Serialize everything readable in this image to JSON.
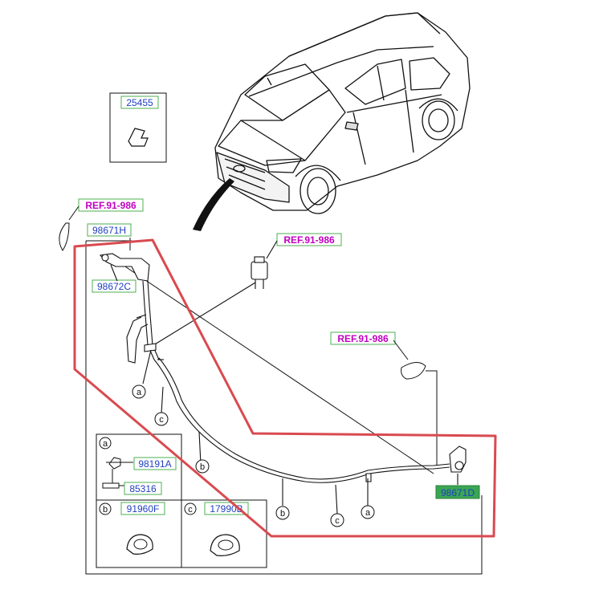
{
  "labels": {
    "clip_box_code": "25455",
    "ref_left": "REF.91-986",
    "ref_pump": "REF.91-986",
    "ref_right": "REF.91-986",
    "nozzle_left": "98671H",
    "hose_joint": "98672C",
    "nozzle_right": "98671D",
    "legend_a_part1": "98191A",
    "legend_a_part2": "85316",
    "legend_b_part": "91960F",
    "legend_c_part": "17990B"
  },
  "callouts": {
    "a1": "a",
    "c1": "c",
    "b1": "b",
    "b2": "b",
    "c2": "c",
    "a2": "a",
    "legend_a": "a",
    "legend_b": "b",
    "legend_c": "c"
  },
  "colors": {
    "highlight_outline": "#d94a50",
    "ref_text": "#c000c0",
    "part_text": "#1f3fbf",
    "label_border": "#4caf50",
    "selected_label_fill": "#3aa655",
    "line": "#111111"
  }
}
